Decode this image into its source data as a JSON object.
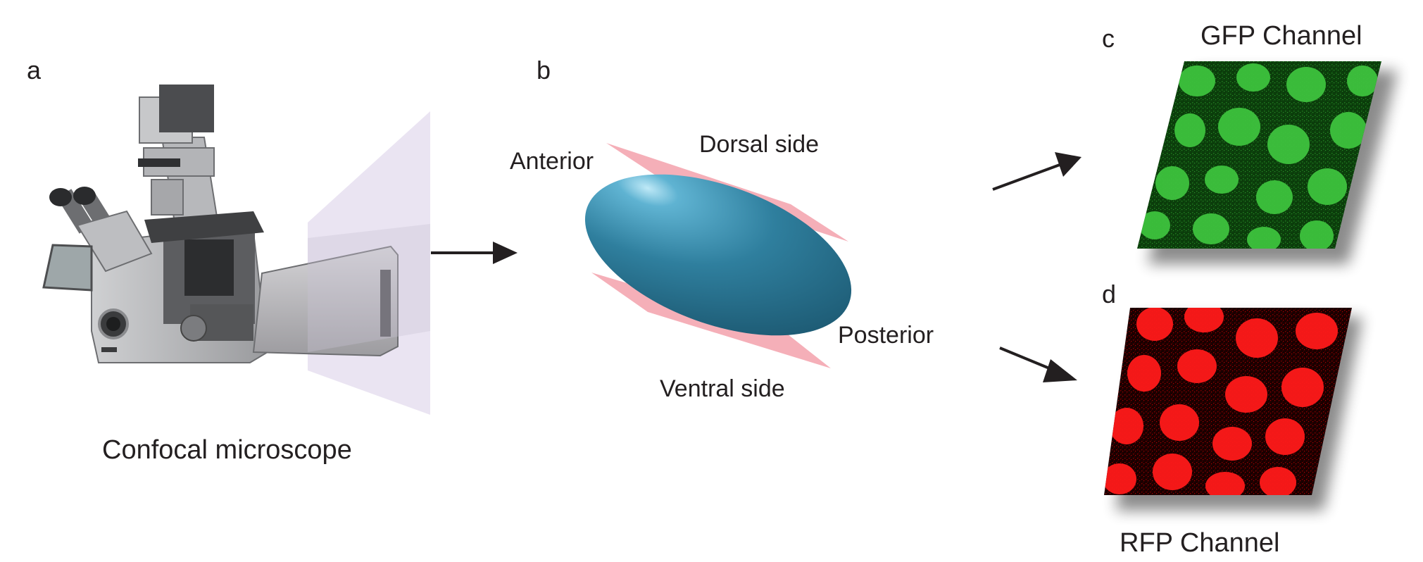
{
  "panels": {
    "a": {
      "letter": "a",
      "caption": "Confocal microscope"
    },
    "b": {
      "letter": "b",
      "labels": {
        "anterior": "Anterior",
        "dorsal": "Dorsal side",
        "ventral": "Ventral side",
        "posterior": "Posterior"
      }
    },
    "c": {
      "letter": "c",
      "caption": "GFP Channel"
    },
    "d": {
      "letter": "d",
      "caption": "RFP Channel"
    }
  },
  "colors": {
    "embryo": "#2b7a99",
    "plane": "#f4a6b0",
    "light_sheet": "#e4dcee",
    "gfp_nucleus": "#3ec23e",
    "rfp_nucleus": "#ff1a1a",
    "arrow": "#231f20"
  }
}
